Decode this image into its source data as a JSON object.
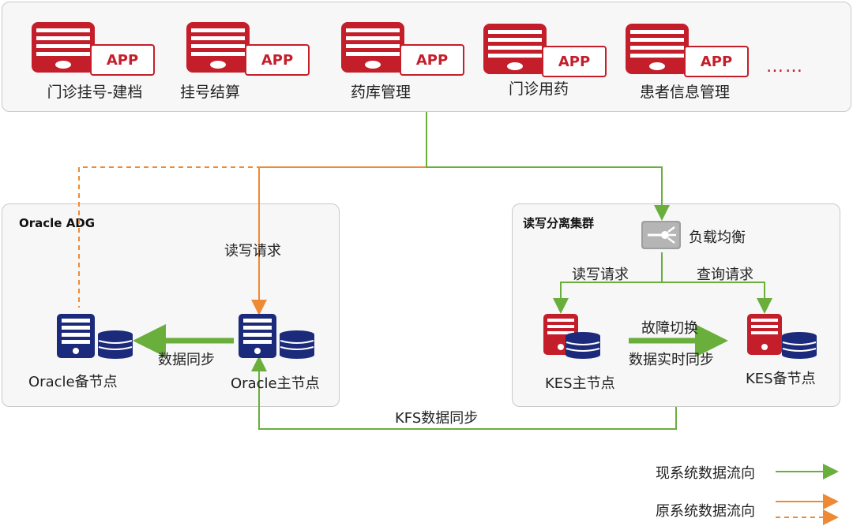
{
  "apps": [
    {
      "label": "APP",
      "name": "门诊挂号-建档"
    },
    {
      "label": "APP",
      "name": "挂号结算"
    },
    {
      "label": "APP",
      "name": "药库管理"
    },
    {
      "label": "APP",
      "name": "门诊用药"
    },
    {
      "label": "APP",
      "name": "患者信息管理"
    }
  ],
  "more": "……",
  "adg": {
    "title": "Oracle ADG",
    "rw_request": "读写请求",
    "sync": "数据同步",
    "standby": "Oracle备节点",
    "primary": "Oracle主节点"
  },
  "rw_cluster": {
    "title": "读写分离集群",
    "lb": "负载均衡",
    "rw_request": "读写请求",
    "query_request": "查询请求",
    "failover": "故障切换",
    "realtime_sync": "数据实时同步",
    "primary": "KES主节点",
    "standby": "KES备节点"
  },
  "kfs_sync": "KFS数据同步",
  "legend": {
    "current": "现系统数据流向",
    "original": "原系统数据流向"
  },
  "colors": {
    "red": "#c41e2a",
    "navy": "#1b2a7a",
    "green": "#6aae3c",
    "orange": "#ee8a33"
  }
}
